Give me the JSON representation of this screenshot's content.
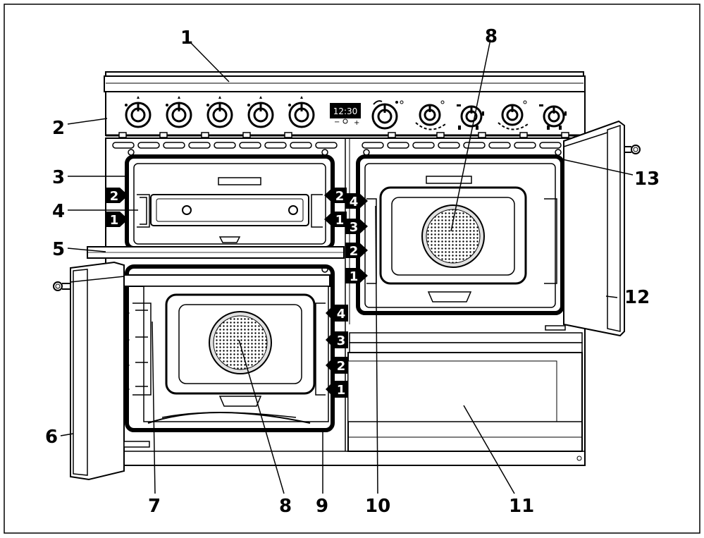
{
  "callouts": {
    "c1": "1",
    "c2": "2",
    "c3": "3",
    "c4": "4",
    "c5": "5",
    "c6": "6",
    "c7": "7",
    "c8a": "8",
    "c8b": "8",
    "c9": "9",
    "c10": "10",
    "c11": "11",
    "c12": "12",
    "c13": "13"
  },
  "display": {
    "time": "12:30",
    "minus": "−",
    "plus": "+"
  },
  "left_oven": {
    "upper_tags": [
      "2",
      "1"
    ],
    "lower_tags": [
      "4",
      "3",
      "2",
      "1"
    ]
  },
  "right_oven": {
    "tags": [
      "4",
      "3",
      "2",
      "1"
    ]
  },
  "colors": {
    "line": "#000000",
    "tag_fill": "#000000",
    "tag_text": "#ffffff",
    "panel": "#f2f2f2"
  }
}
